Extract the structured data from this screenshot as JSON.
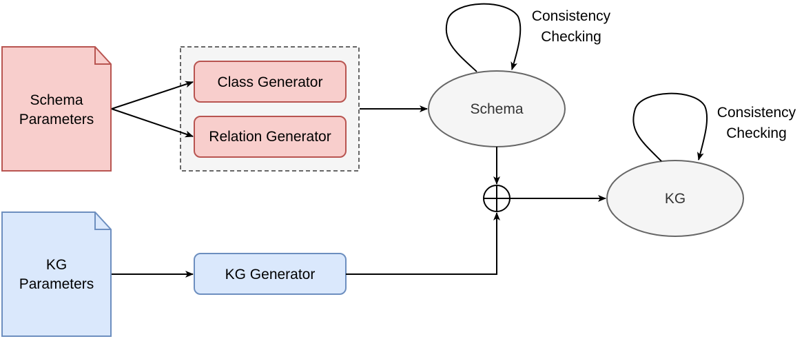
{
  "diagram": {
    "schema_parameters": {
      "line1": "Schema",
      "line2": "Parameters"
    },
    "kg_parameters": {
      "line1": "KG",
      "line2": "Parameters"
    },
    "class_generator": "Class Generator",
    "relation_generator": "Relation Generator",
    "kg_generator": "KG Generator",
    "schema_node": "Schema",
    "kg_node": "KG",
    "schema_check": {
      "line1": "Consistency",
      "line2": "Checking"
    },
    "kg_check": {
      "line1": "Consistency",
      "line2": "Checking"
    },
    "combine_symbol": "direct-sum-icon"
  },
  "colors": {
    "red_fill": "#f8cecc",
    "red_stroke": "#b85450",
    "blue_fill": "#dae8fc",
    "blue_stroke": "#6c8ebf",
    "grey_fill": "#f5f5f5",
    "grey_stroke": "#666666"
  }
}
